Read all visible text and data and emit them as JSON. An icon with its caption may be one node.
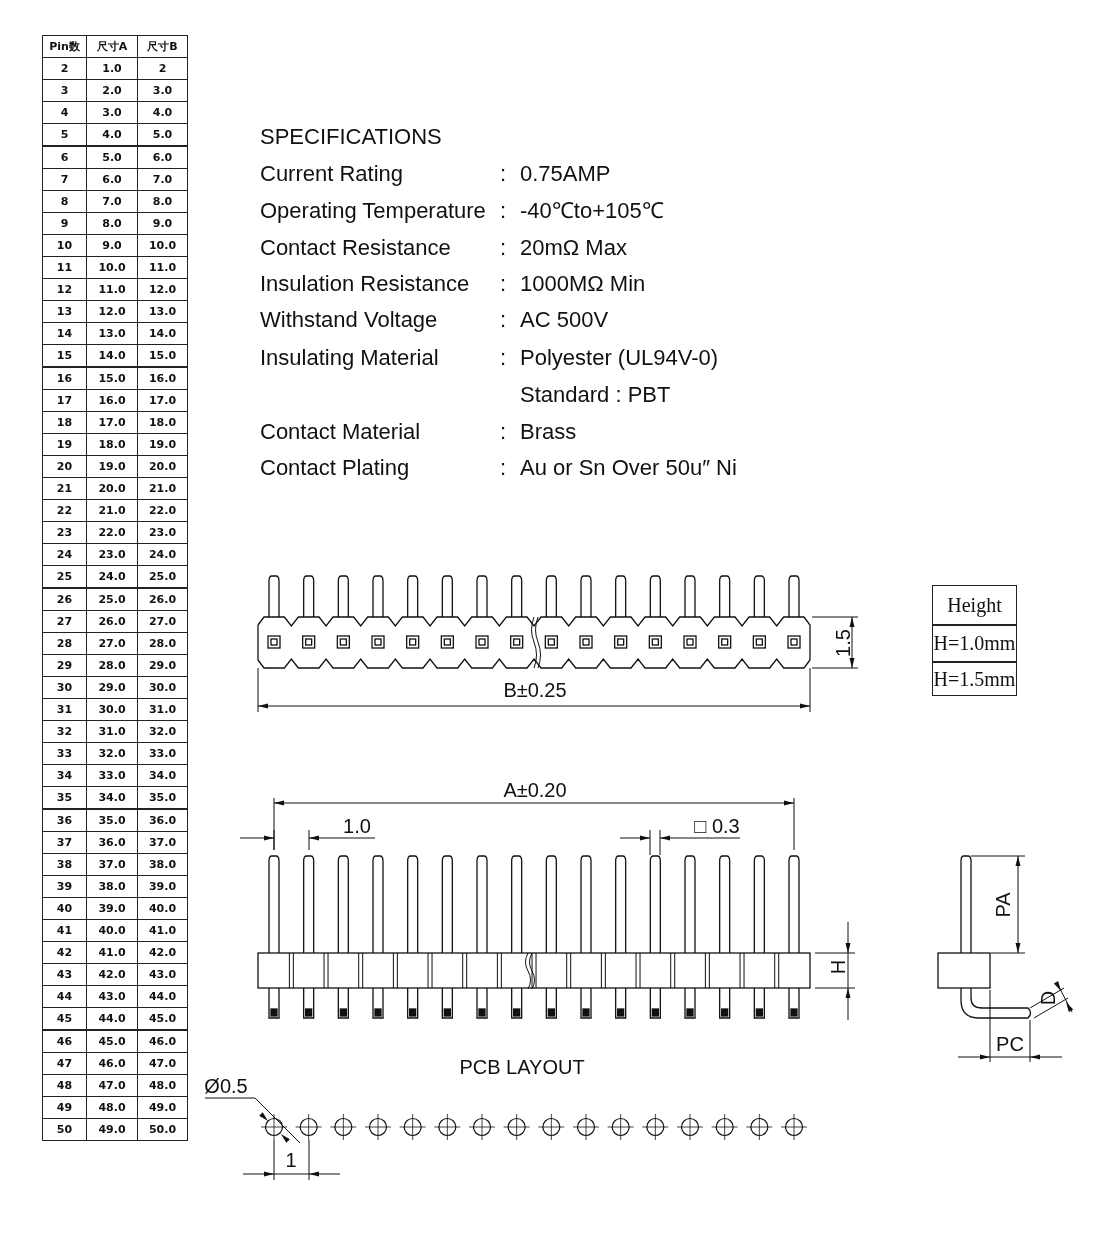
{
  "diagram": {
    "labels": [
      "Pin数",
      "尺寸A",
      "尺寸B",
      "2",
      "1.0",
      "2",
      "3",
      "2.0",
      "3.0",
      "4",
      "3.0",
      "4.0",
      "5",
      "4.0",
      "5.0",
      "6",
      "5.0",
      "6.0",
      "7",
      "6.0",
      "7.0",
      "8",
      "7.0",
      "8.0",
      "9",
      "8.0",
      "9.0",
      "10",
      "9.0",
      "10.0",
      "11",
      "10.0",
      "11.0",
      "12",
      "11.0",
      "12.0",
      "13",
      "12.0",
      "13.0",
      "14",
      "13.0",
      "14.0",
      "15",
      "14.0",
      "15.0",
      "16",
      "15.0",
      "16.0",
      "17",
      "16.0",
      "17.0",
      "18",
      "17.0",
      "18.0",
      "19",
      "18.0",
      "19.0",
      "20",
      "19.0",
      "20.0",
      "21",
      "20.0",
      "21.0",
      "22",
      "21.0",
      "22.0",
      "23",
      "22.0",
      "23.0",
      "24",
      "23.0",
      "24.0",
      "25",
      "24.0",
      "25.0",
      "26",
      "25.0",
      "26.0",
      "27",
      "26.0",
      "27.0",
      "28",
      "27.0",
      "28.0",
      "29",
      "28.0",
      "29.0",
      "30",
      "29.0",
      "30.0",
      "31",
      "30.0",
      "31.0",
      "32",
      "31.0",
      "32.0",
      "33",
      "32.0",
      "33.0",
      "34",
      "33.0",
      "34.0",
      "35",
      "34.0",
      "35.0",
      "36",
      "35.0",
      "36.0",
      "37",
      "36.0",
      "37.0",
      "38",
      "37.0",
      "38.0",
      "39",
      "38.0",
      "39.0",
      "40",
      "39.0",
      "40.0",
      "41",
      "40.0",
      "41.0",
      "42",
      "41.0",
      "42.0",
      "43",
      "42.0",
      "43.0",
      "44",
      "43.0",
      "44.0",
      "45",
      "44.0",
      "45.0",
      "46",
      "45.0",
      "46.0",
      "47",
      "46.0",
      "47.0",
      "48",
      "47.0",
      "48.0",
      "49",
      "48.0",
      "49.0",
      "50",
      "49.0",
      "50.0",
      "SPECIFICATIONS",
      "Current Rating",
      ":",
      "0.75AMP",
      "Operating Temperature",
      ":",
      "-40℃to+105℃",
      "Contact Resistance",
      ":",
      "20mΩ Max",
      "Insulation Resistance",
      ":",
      "1000MΩ Min",
      "Withstand Voltage",
      ":",
      "AC 500V",
      "Insulating Material",
      ":",
      "Polyester (UL94V-0)",
      "Standard : PBT",
      "Contact Material",
      ":",
      "Brass",
      "Contact Plating",
      ":",
      "Au or Sn Over 50u″ Ni",
      "Height",
      "H=1.0mm",
      "H=1.5mm",
      "1.5",
      "B±0.25",
      "A±0.20",
      "1.0",
      "□ 0.3",
      "H",
      "PA",
      "D",
      "PC",
      "PCB LAYOUT",
      "Ø0.5",
      "1"
    ]
  }
}
